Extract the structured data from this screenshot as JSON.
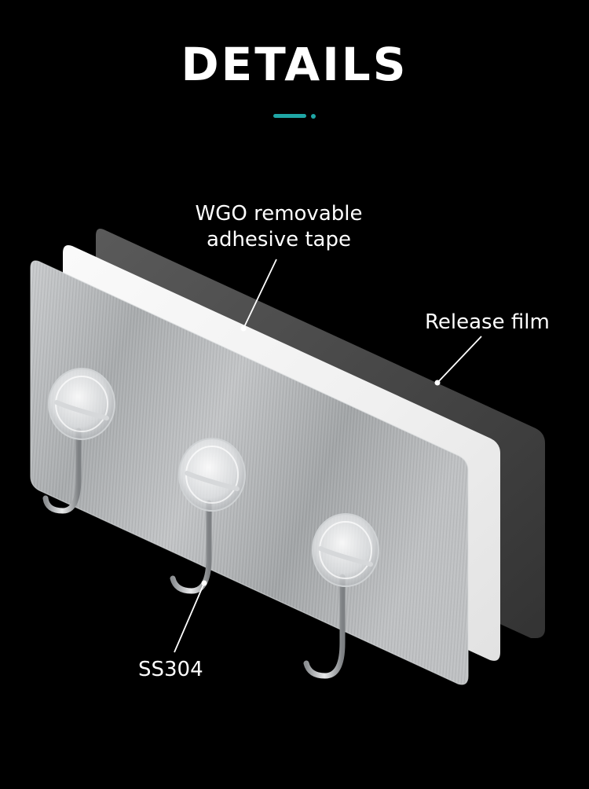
{
  "header": {
    "title": "DETAILS"
  },
  "labels": {
    "adhesive_tape_line1": "WGO removable",
    "adhesive_tape_line2": "adhesive tape",
    "release_film": "Release film",
    "material": "SS304"
  },
  "colors": {
    "background": "#000000",
    "accent": "#1fa6a5",
    "text": "#ffffff",
    "release_film": "#4a4a4a",
    "adhesive_tape": "#f1f1f1",
    "steel_plate": "#b9bcbe"
  },
  "parts": {
    "hooks": 3
  }
}
